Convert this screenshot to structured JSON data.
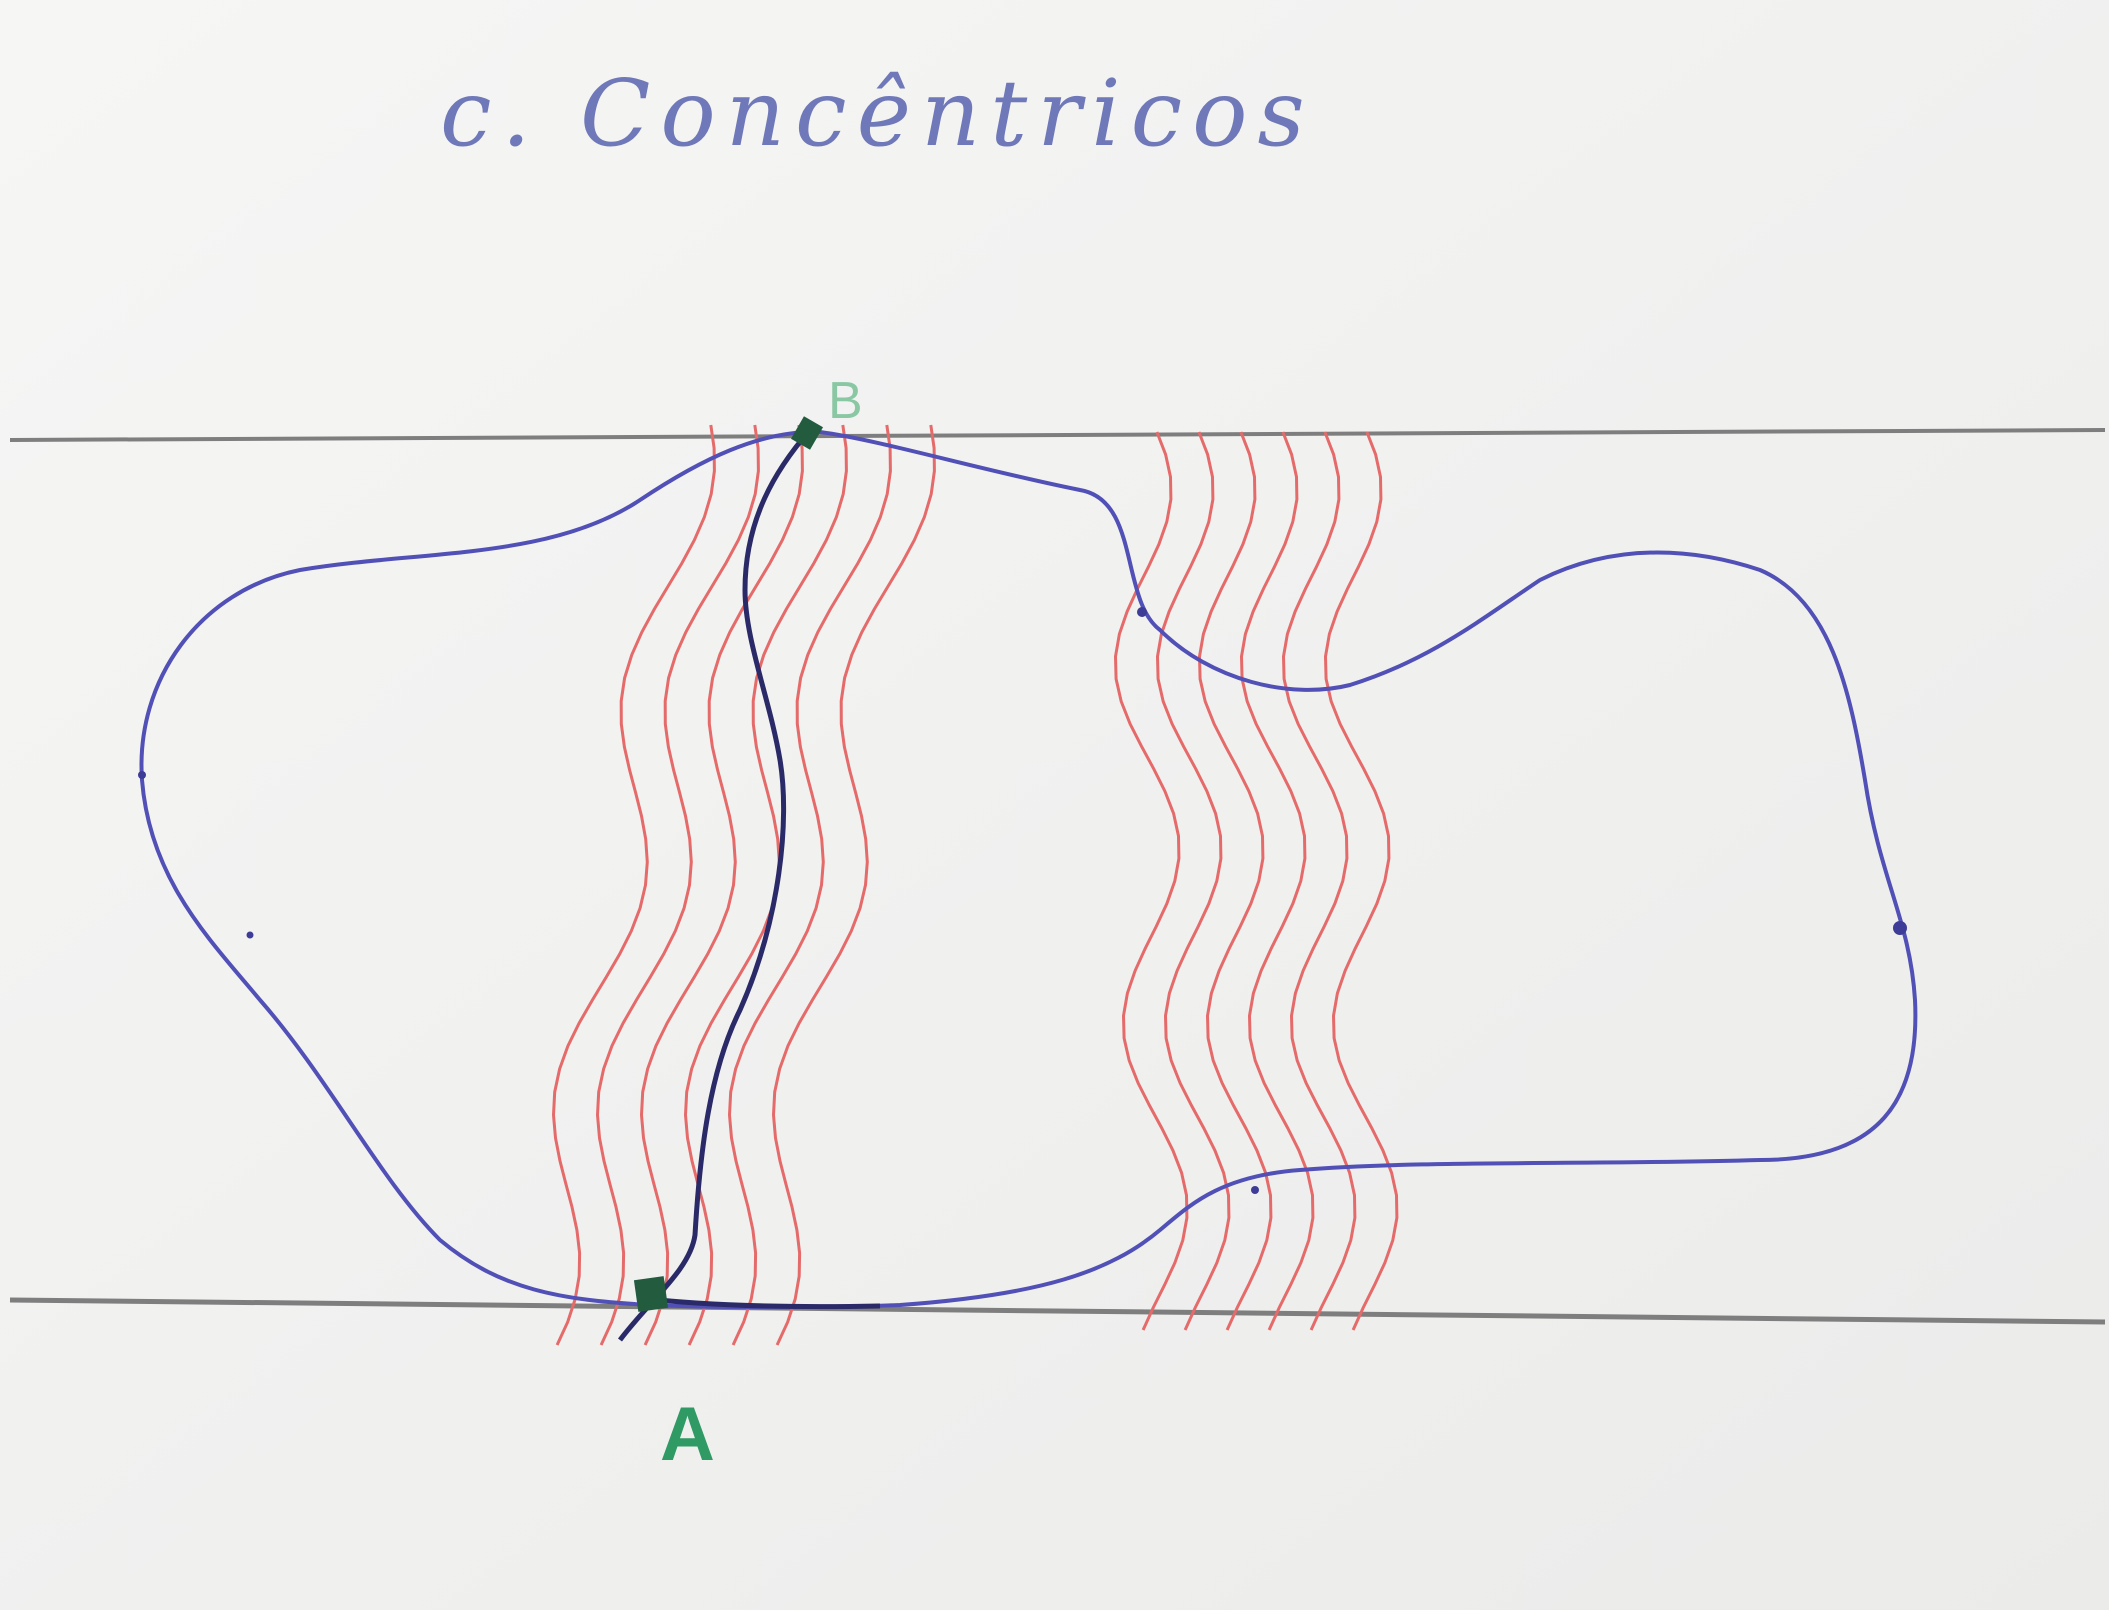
{
  "title": "c. Concêntricos",
  "labels": {
    "a": "A",
    "b": "B"
  },
  "colors": {
    "paper": "#f2f2f1",
    "rule_line": "#7a7a7a",
    "contour": "#e56a6a",
    "outline": "#5150b6",
    "path": "#2a2a68",
    "point": "#235b3e",
    "label_a": "#2f9a63",
    "label_b": "#8ac7a3"
  },
  "elements": {
    "rule_lines": 2,
    "contour_groups": 2,
    "lines_per_group": 6,
    "points": [
      "A",
      "B"
    ]
  }
}
